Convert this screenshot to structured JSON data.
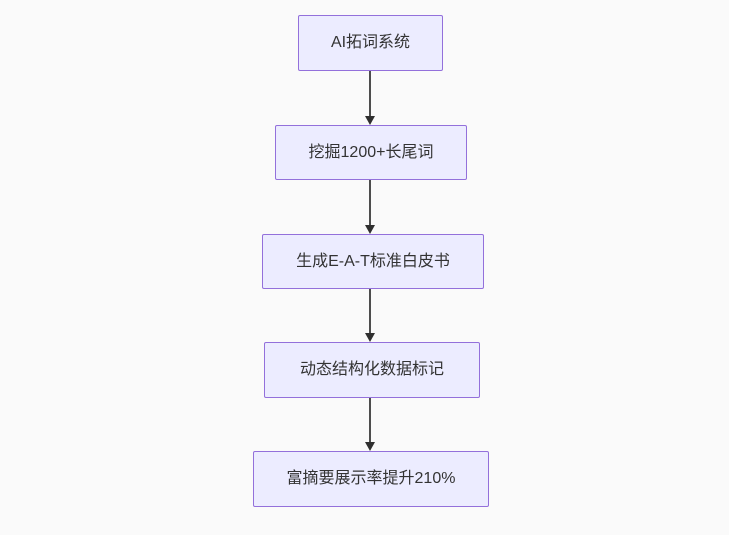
{
  "diagram": {
    "type": "flowchart",
    "direction": "top-down",
    "nodes": [
      {
        "label": "AI拓词系统"
      },
      {
        "label": "挖掘1200+长尾词"
      },
      {
        "label": "生成E-A-T标准白皮书"
      },
      {
        "label": "动态结构化数据标记"
      },
      {
        "label": "富摘要展示率提升210%"
      }
    ],
    "edges": [
      {
        "from": 0,
        "to": 1
      },
      {
        "from": 1,
        "to": 2
      },
      {
        "from": 2,
        "to": 3
      },
      {
        "from": 3,
        "to": 4
      }
    ],
    "colors": {
      "background": "#fafafa",
      "node_fill": "#ececff",
      "node_border": "#9370db",
      "node_text": "#333333",
      "arrow_line": "#4d4d4d",
      "arrow_head": "#2f2f2f"
    }
  }
}
